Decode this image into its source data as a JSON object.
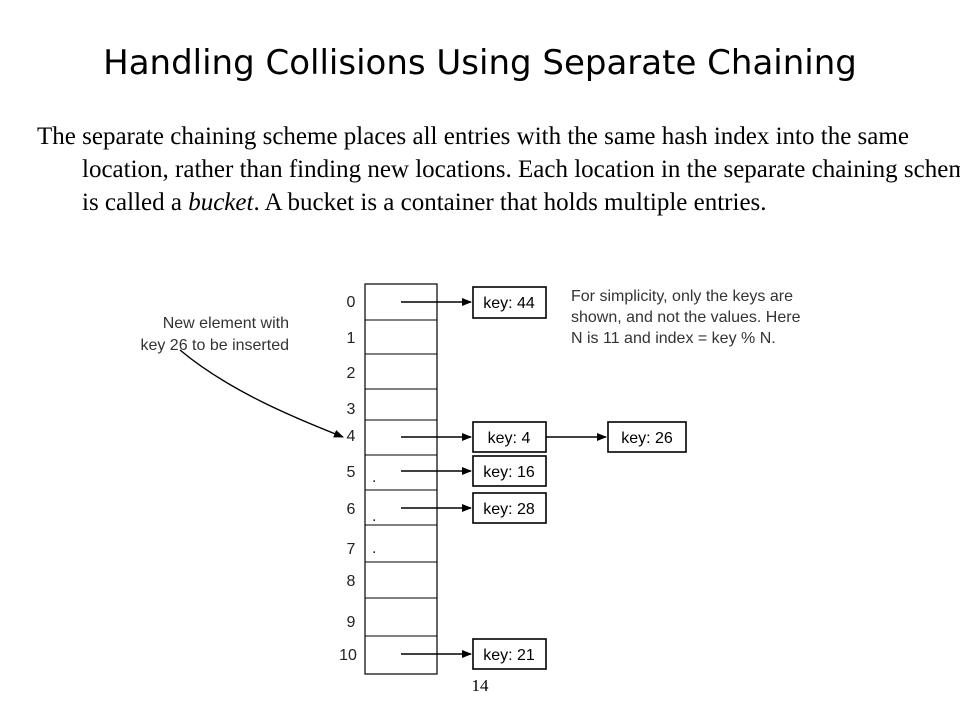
{
  "title": "Handling Collisions Using Separate Chaining",
  "paragraph": {
    "part1": "The separate chaining scheme places all entries with the same hash index into the same location, rather than finding new locations. Each location in the separate chaining scheme is called a ",
    "term": "bucket",
    "part2": ". A bucket is a container that holds multiple entries."
  },
  "diagram": {
    "indices": [
      "0",
      "1",
      "2",
      "3",
      "4",
      "5",
      "6",
      "7",
      "8",
      "9",
      "10"
    ],
    "dots": [
      ".",
      ".",
      "."
    ],
    "nodes": {
      "n0": "key: 44",
      "n4": "key: 4",
      "n4b": "key: 26",
      "n5": "key: 16",
      "n6": "key: 28",
      "n10": "key: 21"
    },
    "new_element_note": [
      "New element with",
      "key 26 to be inserted"
    ],
    "simplicity_note": [
      "For simplicity, only the keys are",
      "shown, and not the values. Here",
      "N is 11 and index = key % N."
    ]
  },
  "page_number": "14"
}
